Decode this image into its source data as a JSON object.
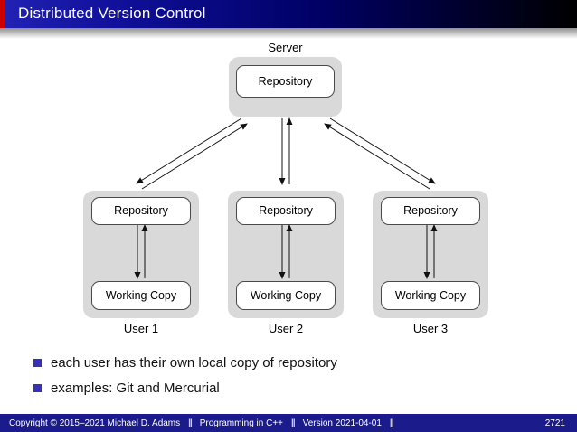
{
  "header": {
    "title": "Distributed Version Control"
  },
  "diagram": {
    "server_label": "Server",
    "server": {
      "repository_label": "Repository"
    },
    "users": [
      {
        "label": "User 1",
        "repository_label": "Repository",
        "working_copy_label": "Working Copy"
      },
      {
        "label": "User 2",
        "repository_label": "Repository",
        "working_copy_label": "Working Copy"
      },
      {
        "label": "User 3",
        "repository_label": "Repository",
        "working_copy_label": "Working Copy"
      }
    ]
  },
  "bullets": [
    "each user has their own local copy of repository",
    "examples: Git and Mercurial"
  ],
  "footer": {
    "copyright": "Copyright © 2015–2021 Michael D. Adams",
    "separator": "||",
    "course": "Programming in C++",
    "version": "Version 2021-04-01",
    "page": "2721"
  },
  "colors": {
    "header_left": "#2222b4",
    "header_right": "#000000",
    "accent_red": "#cc0000",
    "footer_bg": "#1b1b8c",
    "bullet": "#3333b3",
    "box_gray": "#d9d9d9",
    "box_border": "#4a4a4a",
    "arrow": "#111111"
  }
}
